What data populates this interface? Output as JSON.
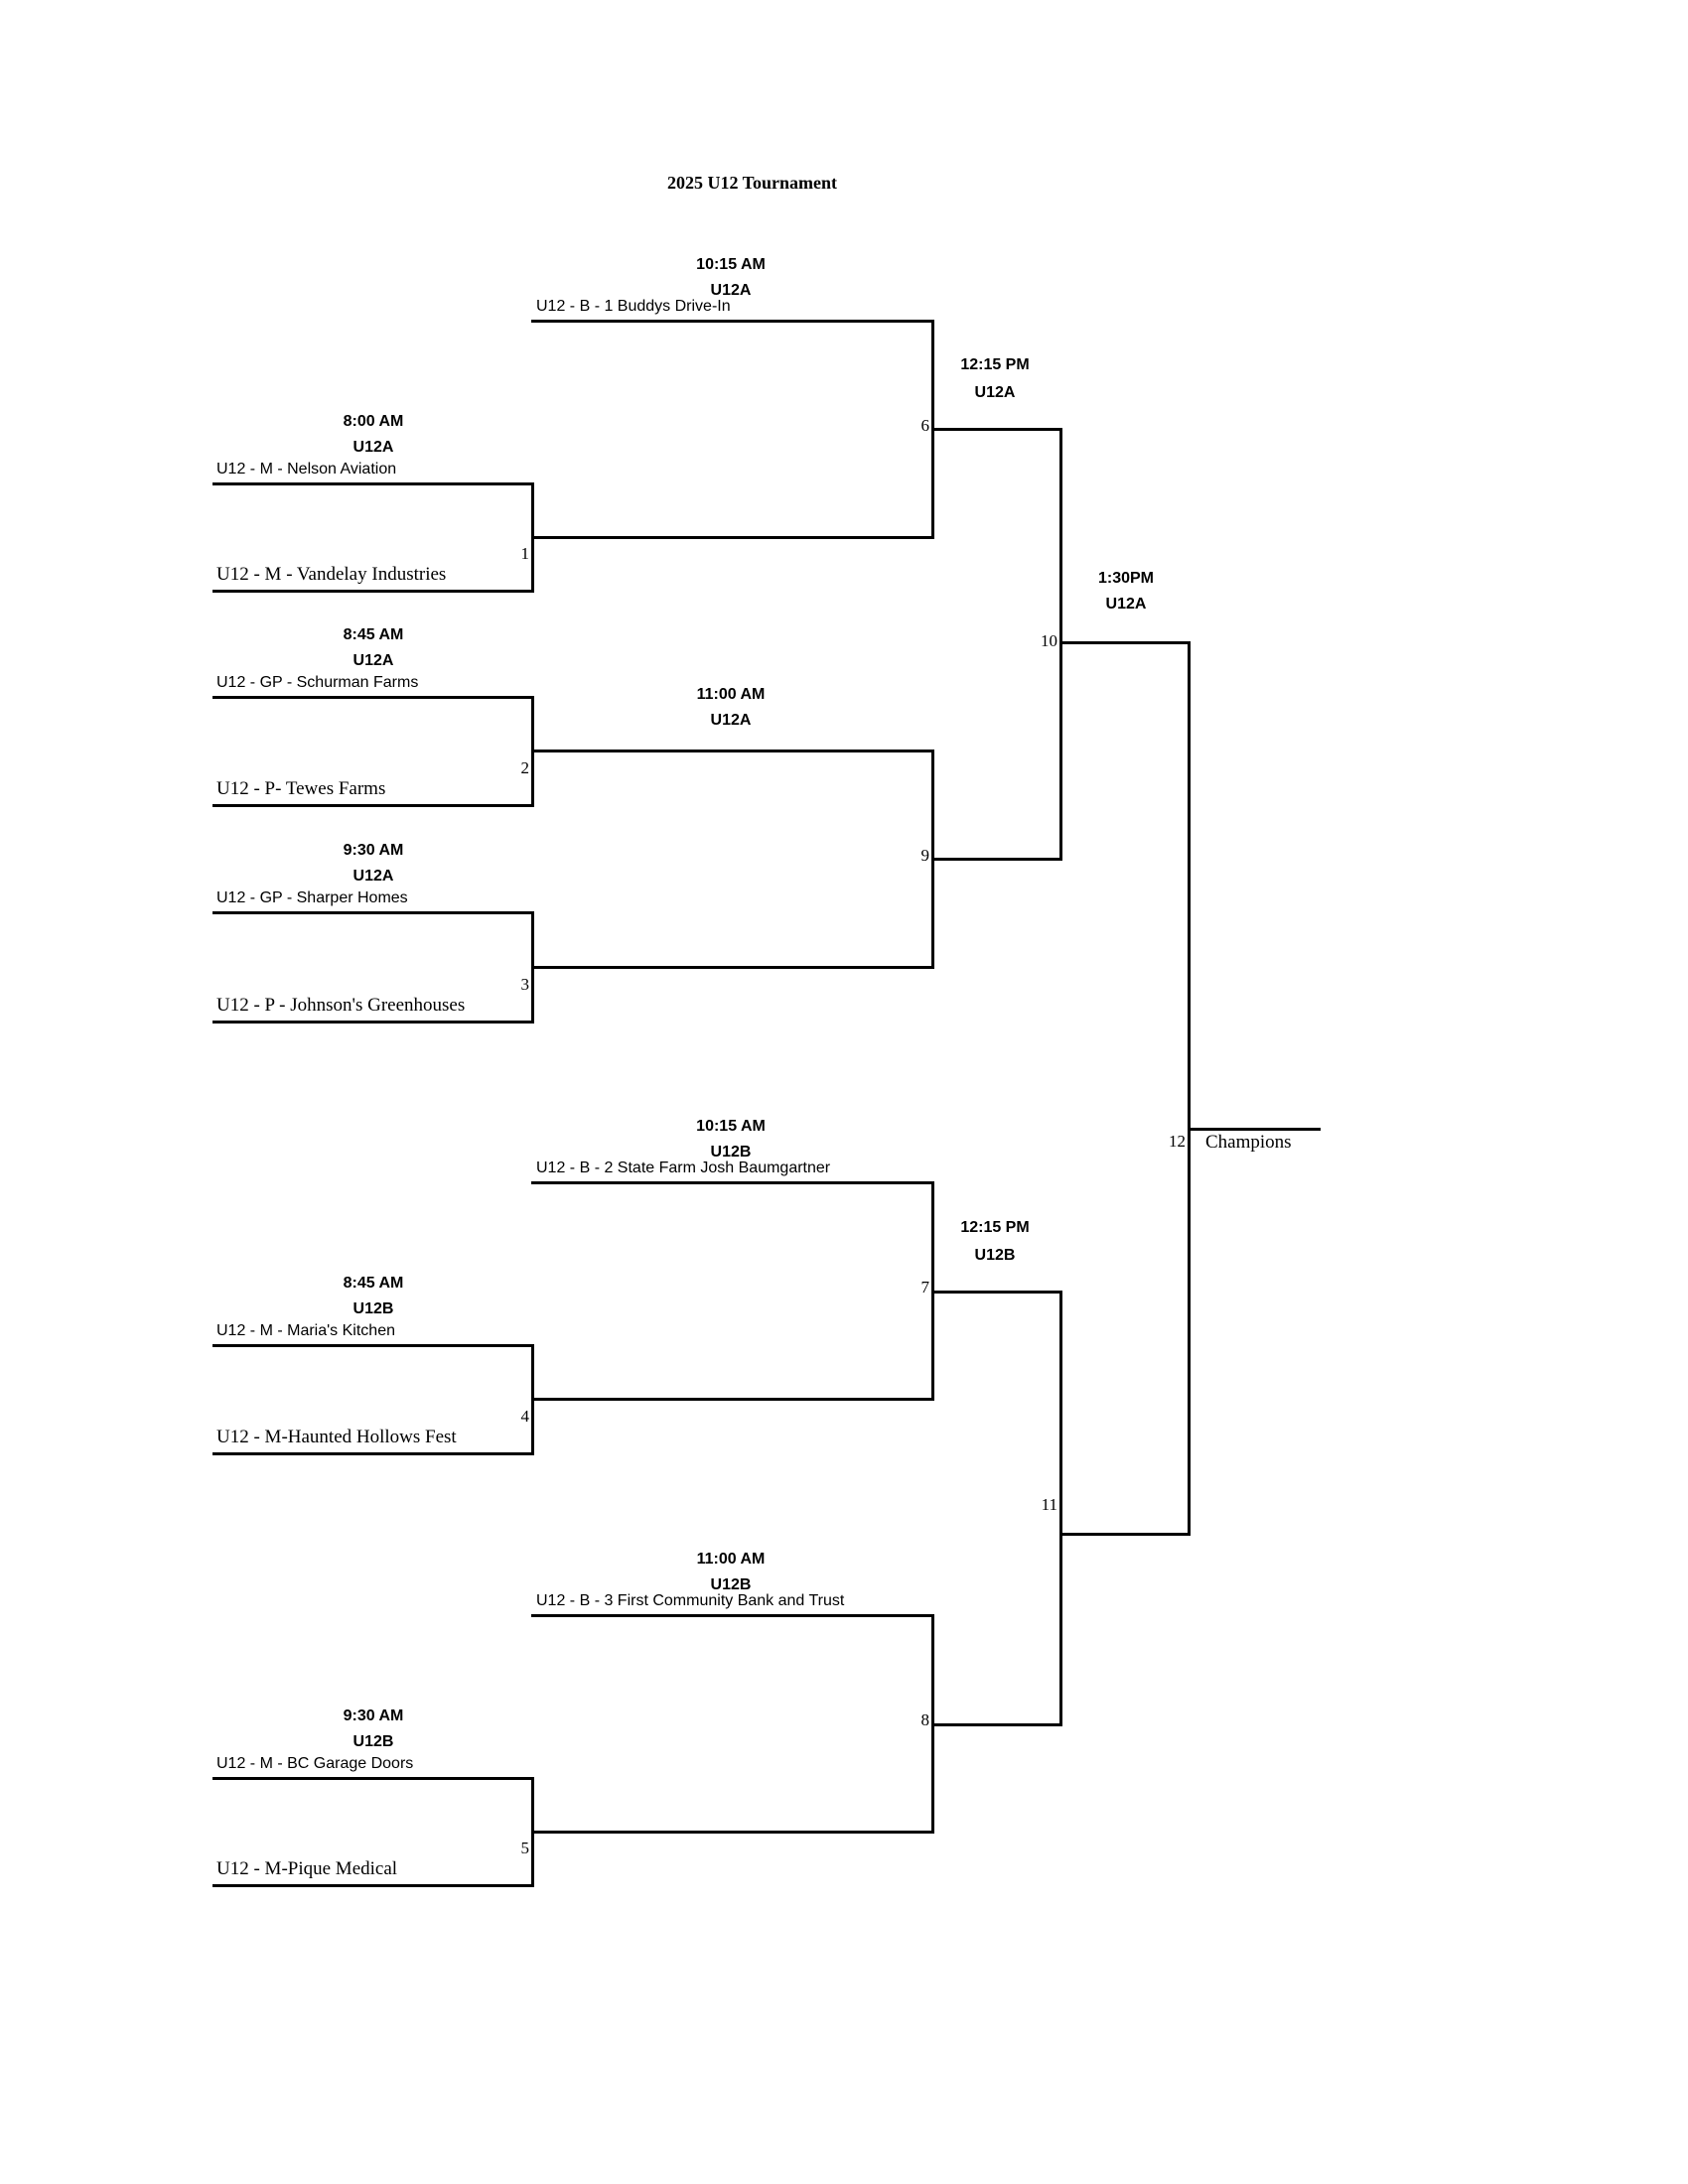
{
  "title": "2025 U12 Tournament",
  "games": [
    {
      "num": "1",
      "time": "8:00 AM",
      "field": "U12A",
      "top": "U12 - M - Nelson Aviation",
      "bottom": "U12 - M - Vandelay Industries"
    },
    {
      "num": "2",
      "time": "8:45 AM",
      "field": "U12A",
      "top": "U12 - GP - Schurman Farms",
      "bottom": "U12 - P- Tewes Farms"
    },
    {
      "num": "3",
      "time": "9:30 AM",
      "field": "U12A",
      "top": "U12 - GP - Sharper Homes",
      "bottom": "U12 - P - Johnson's Greenhouses"
    },
    {
      "num": "4",
      "time": "8:45 AM",
      "field": "U12B",
      "top": "U12 - M - Maria's Kitchen",
      "bottom": "U12 - M-Haunted Hollows Fest"
    },
    {
      "num": "5",
      "time": "9:30 AM",
      "field": "U12B",
      "top": "U12 - M - BC Garage Doors",
      "bottom": "U12 - M-Pique Medical"
    },
    {
      "num": "6",
      "time": "10:15 AM",
      "field": "U12A",
      "top": "U12 - B - 1 Buddys Drive-In"
    },
    {
      "num": "7",
      "time": "10:15 AM",
      "field": "U12B",
      "top": "U12 - B - 2 State Farm Josh Baumgartner"
    },
    {
      "num": "8",
      "time": "11:00 AM",
      "field": "U12B",
      "top": "U12 - B - 3 First Community Bank and Trust"
    },
    {
      "num": "9",
      "time": "11:00 AM",
      "field": "U12A"
    },
    {
      "num": "10",
      "time": "12:15 PM",
      "field": "U12A"
    },
    {
      "num": "11",
      "time": "12:15 PM",
      "field": "U12B"
    },
    {
      "num": "12",
      "time": "1:30PM",
      "field": "U12A"
    }
  ],
  "champions_label": "Champions"
}
